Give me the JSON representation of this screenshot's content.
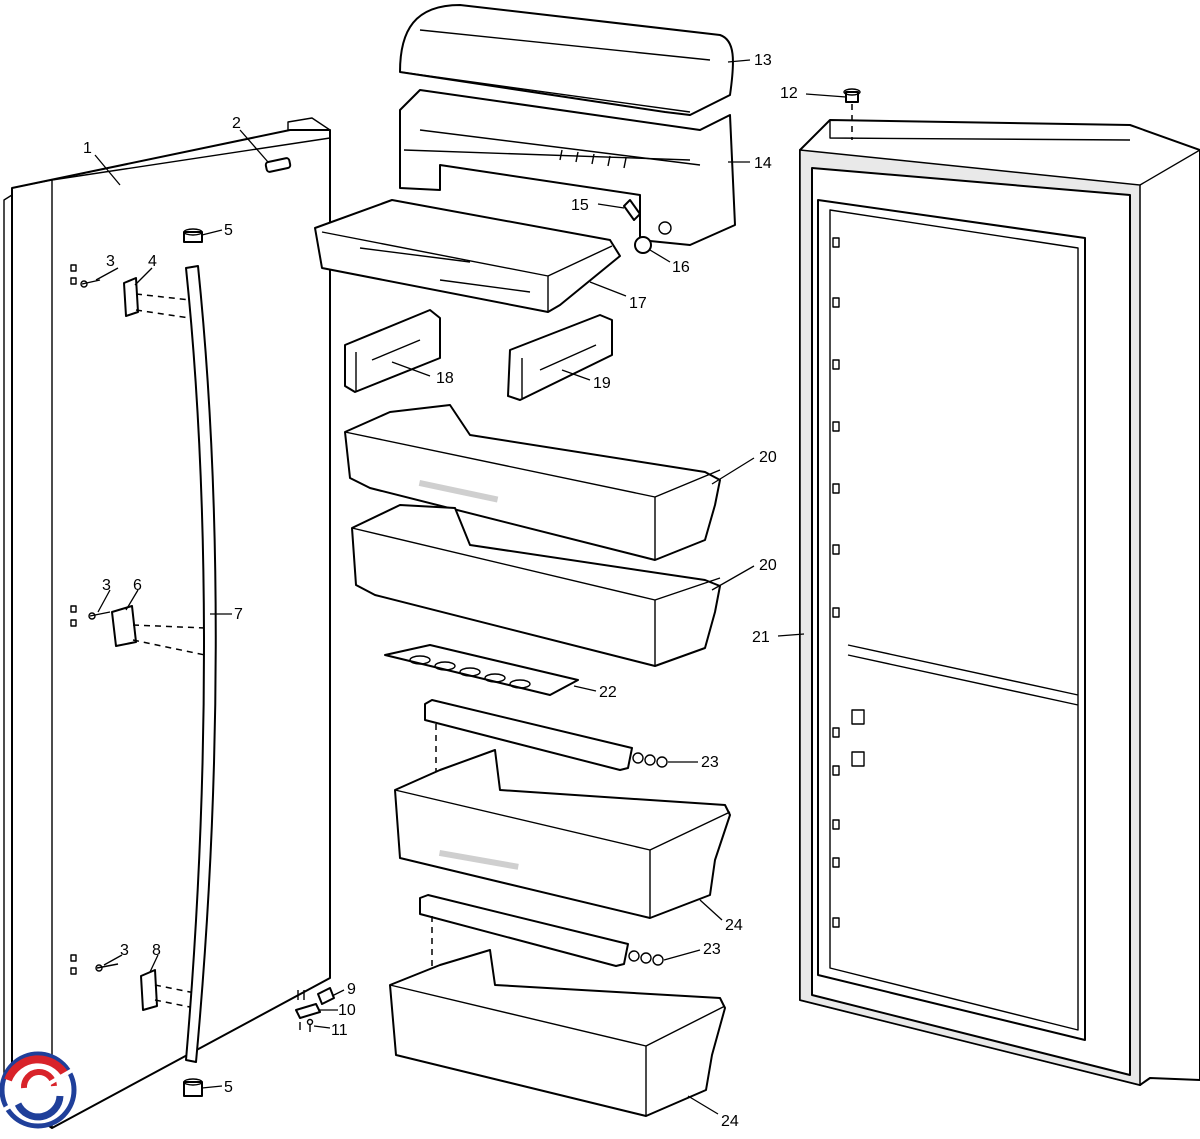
{
  "diagram": {
    "callouts": [
      {
        "id": "c1",
        "text": "1"
      },
      {
        "id": "c2",
        "text": "2"
      },
      {
        "id": "c3a",
        "text": "3"
      },
      {
        "id": "c3b",
        "text": "3"
      },
      {
        "id": "c3c",
        "text": "3"
      },
      {
        "id": "c4",
        "text": "4"
      },
      {
        "id": "c5a",
        "text": "5"
      },
      {
        "id": "c5b",
        "text": "5"
      },
      {
        "id": "c6",
        "text": "6"
      },
      {
        "id": "c7",
        "text": "7"
      },
      {
        "id": "c8",
        "text": "8"
      },
      {
        "id": "c9",
        "text": "9"
      },
      {
        "id": "c10",
        "text": "10"
      },
      {
        "id": "c11",
        "text": "11"
      },
      {
        "id": "c12",
        "text": "12"
      },
      {
        "id": "c13",
        "text": "13"
      },
      {
        "id": "c14",
        "text": "14"
      },
      {
        "id": "c15",
        "text": "15"
      },
      {
        "id": "c16",
        "text": "16"
      },
      {
        "id": "c17",
        "text": "17"
      },
      {
        "id": "c18",
        "text": "18"
      },
      {
        "id": "c19",
        "text": "19"
      },
      {
        "id": "c20a",
        "text": "20"
      },
      {
        "id": "c20b",
        "text": "20"
      },
      {
        "id": "c21",
        "text": "21"
      },
      {
        "id": "c22",
        "text": "22"
      },
      {
        "id": "c23a",
        "text": "23"
      },
      {
        "id": "c23b",
        "text": "23"
      },
      {
        "id": "c24a",
        "text": "24"
      },
      {
        "id": "c24b",
        "text": "24"
      }
    ],
    "colors": {
      "line": "#000000",
      "background": "#ffffff",
      "logo_red": "#d8232a",
      "logo_blue": "#1f3f9a"
    },
    "logo": {
      "icon": "brand-swirl-logo"
    }
  }
}
